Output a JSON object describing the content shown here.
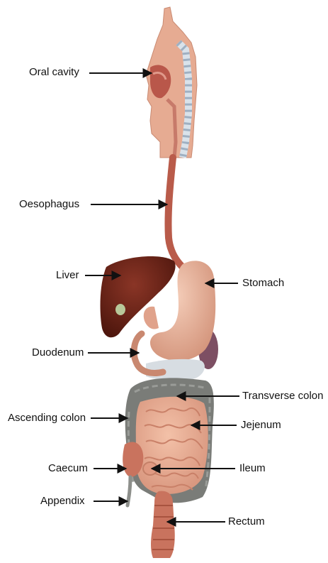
{
  "labels": {
    "oral_cavity": "Oral cavity",
    "oesophagus": "Oesophagus",
    "liver": "Liver",
    "stomach": "Stomach",
    "duodenum": "Duodenum",
    "transverse_colon": "Transverse colon",
    "ascending_colon": "Ascending colon",
    "jejenum": "Jejenum",
    "caecum": "Caecum",
    "ileum": "Ileum",
    "appendix": "Appendix",
    "rectum": "Rectum"
  },
  "colors": {
    "head_skin": "#e6ab92",
    "oesophagus": "#b95b4a",
    "liver": "#6a2418",
    "stomach": "#e8b09a",
    "colon": "#7a7c78",
    "small_intestine": "#e9a98d",
    "pancreas": "#d7dde2",
    "rectum": "#c9735e",
    "arrow": "#111111"
  }
}
